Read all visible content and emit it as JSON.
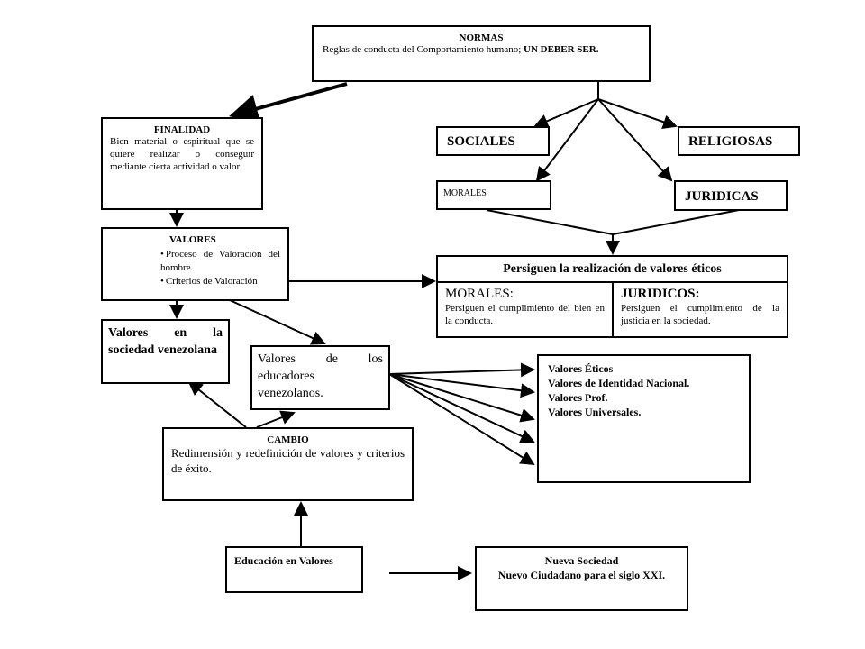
{
  "normas": {
    "title": "NORMAS",
    "text": "Reglas de conducta del Comportamiento humano;",
    "emph": "UN DEBER SER."
  },
  "finalidad": {
    "title": "FINALIDAD",
    "text": "Bien material o espiritual que se quiere realizar o conseguir mediante cierta actividad o valor"
  },
  "valores": {
    "title": "VALORES",
    "items": [
      "Proceso de Valoración del hombre.",
      "Criterios de Valoración"
    ]
  },
  "sociales": "SOCIALES",
  "religiosas": "RELIGIOSAS",
  "morales_small": "MORALES",
  "juridicas": "JURIDICAS",
  "persiguen": {
    "title": "Persiguen la realización de valores éticos",
    "morales_title": "MORALES:",
    "morales_text": "Persiguen el cumplimiento del bien en la conducta.",
    "juridicos_title": "JURIDICOS:",
    "juridicos_text": "Persiguen el cumplimiento de la justicia en la sociedad."
  },
  "valores_sociedad": "Valores en la sociedad venezolana",
  "valores_educadores": "Valores de los educadores venezolanos.",
  "lista_valores": [
    "Valores Éticos",
    "Valores de Identidad Nacional.",
    "Valores Prof.",
    "Valores Universales."
  ],
  "cambio": {
    "title": "CAMBIO",
    "text": "Redimensión y redefinición de valores y criterios de éxito."
  },
  "educacion": "Educación en Valores",
  "nueva_sociedad": {
    "line1": "Nueva Sociedad",
    "line2": "Nuevo Ciudadano para el siglo XXI."
  }
}
